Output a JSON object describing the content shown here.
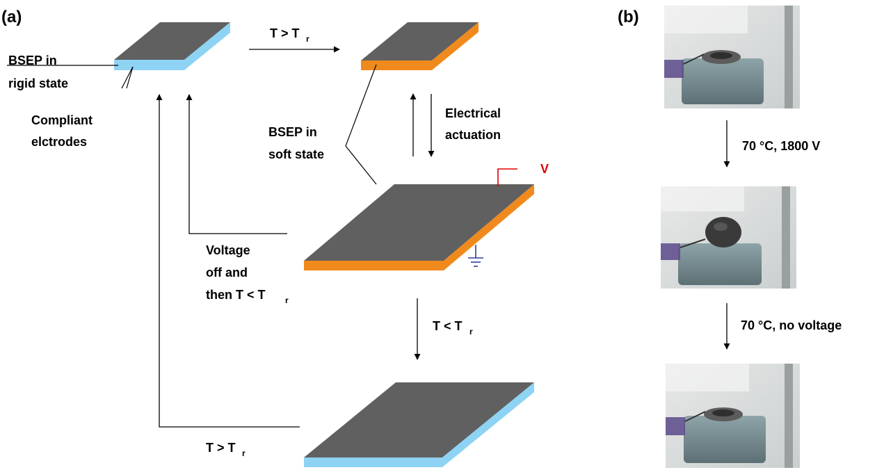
{
  "panels": {
    "a": "(a)",
    "b": "(b)"
  },
  "labels": {
    "bsep_rigid_line1": "BSEP in",
    "bsep_rigid_line2": "rigid state",
    "compliant_line1": "Compliant",
    "compliant_line2": "elctrodes",
    "bsep_soft_line1": "BSEP in",
    "bsep_soft_line2": "soft state",
    "electrical_line1": "Electrical",
    "electrical_line2": "actuation",
    "voltage": "V",
    "voltage_off_line1": "Voltage",
    "voltage_off_line2": "off and",
    "voltage_off_line3_main": "then T < T",
    "sub_r": "r",
    "t_greater_main": "T > T",
    "t_less_main": "T < T",
    "step1": "70 °C, 1800 V",
    "step2": "70 °C, no voltage"
  },
  "colors": {
    "top_face": "#606060",
    "rigid_layer": "#8fd3f4",
    "soft_layer": "#f08a1d",
    "voltage_wire": "#e00000",
    "ground": "#2d3f9e"
  }
}
